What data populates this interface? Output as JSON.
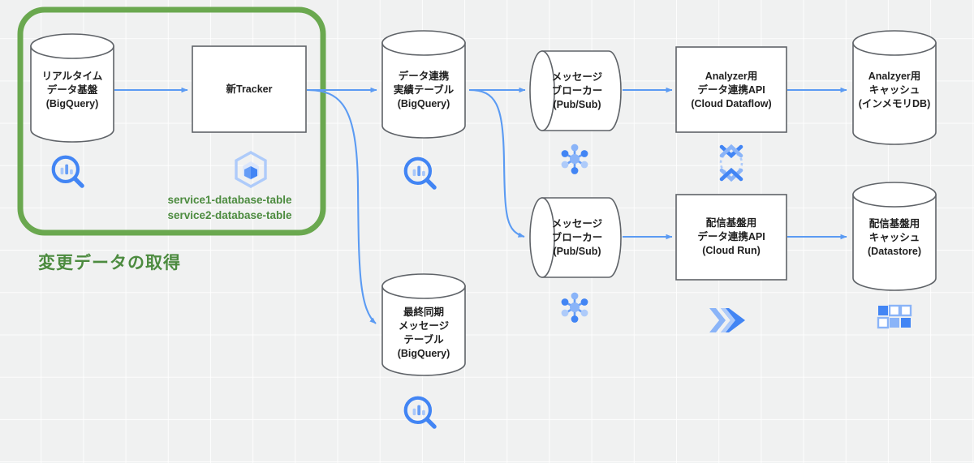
{
  "diagram": {
    "background_color": "#f0f1f1",
    "accent_blue": "#4285f4",
    "arrow_blue": "#5b9bf3",
    "group_green": "#6aa84f",
    "shape_stroke": "#5f6368",
    "group": {
      "title": "変更データの取得",
      "service_labels": [
        "service1-database-table",
        "service2-database-table"
      ]
    },
    "nodes": [
      {
        "id": "realtime-data-platform",
        "shape": "cylinder",
        "icon": "bigquery-icon",
        "lines": [
          "リアルタイム",
          "データ基盤",
          "(BigQuery)"
        ]
      },
      {
        "id": "new-tracker",
        "shape": "rect",
        "icon": "gke-container-icon",
        "lines": [
          "新Tracker"
        ]
      },
      {
        "id": "data-link-result-table",
        "shape": "cylinder",
        "icon": "bigquery-icon",
        "lines": [
          "データ連携",
          "実績テーブル",
          "(BigQuery)"
        ]
      },
      {
        "id": "last-sync-message-table",
        "shape": "cylinder",
        "icon": "bigquery-icon",
        "lines": [
          "最終同期",
          "メッセージ",
          "テーブル",
          "(BigQuery)"
        ]
      },
      {
        "id": "message-broker-top",
        "shape": "queue",
        "icon": "pubsub-icon",
        "lines": [
          "メッセージ",
          "ブローカー",
          "(Pub/Sub)"
        ]
      },
      {
        "id": "message-broker-bottom",
        "shape": "queue",
        "icon": "pubsub-icon",
        "lines": [
          "メッセージ",
          "ブローカー",
          "(Pub/Sub)"
        ]
      },
      {
        "id": "analyzer-data-link-api",
        "shape": "rect",
        "icon": "dataflow-icon",
        "lines": [
          "Analyzer用",
          "データ連携API",
          "(Cloud Dataflow)"
        ]
      },
      {
        "id": "delivery-data-link-api",
        "shape": "rect",
        "icon": "cloudrun-icon",
        "lines": [
          "配信基盤用",
          "データ連携API",
          "(Cloud Run)"
        ]
      },
      {
        "id": "analyzer-cache",
        "shape": "cylinder",
        "icon": "none",
        "lines": [
          "Analzyer用",
          "キャッシュ",
          "(インメモリDB)"
        ]
      },
      {
        "id": "delivery-cache",
        "shape": "cylinder",
        "icon": "datastore-icon",
        "lines": [
          "配信基盤用",
          "キャッシュ",
          "(Datastore)"
        ]
      }
    ]
  }
}
